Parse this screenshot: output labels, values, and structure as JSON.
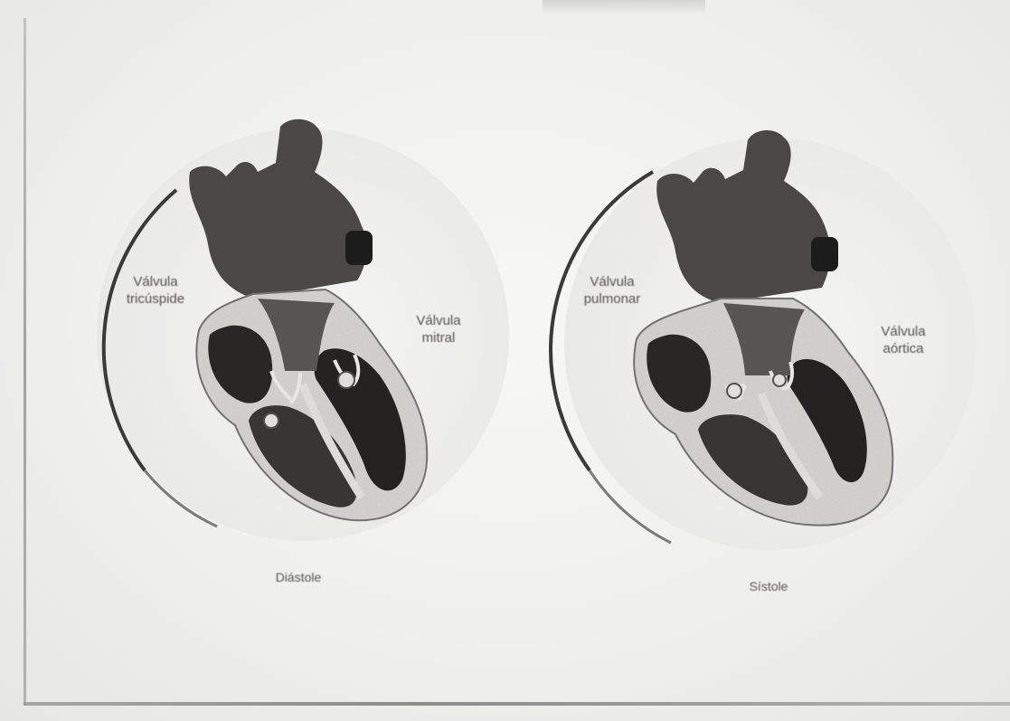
{
  "panels": [
    {
      "caption": "Diástole",
      "labels": {
        "left": "Válvula\ntricúspide",
        "right": "Válvula\nmitral"
      }
    },
    {
      "caption": "Sístole",
      "labels": {
        "left": "Válvula\npulmonar",
        "right": "Válvula\naórtica"
      }
    }
  ],
  "colors": {
    "paper": "#f0f0ee",
    "heart_dark": "#2a2826",
    "heart_mid": "#5b5855",
    "wall_light": "#d9d8d5",
    "circle_edge": "#3c3a38",
    "label_text": "#55524f"
  }
}
